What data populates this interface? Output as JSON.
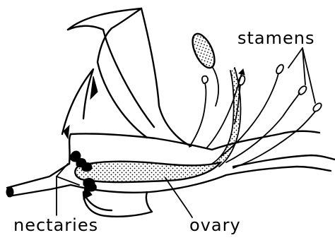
{
  "labels": {
    "stamens": "stamens",
    "nectaries": "nectaries",
    "ovary": "ovary"
  },
  "colors": {
    "ink": "#000000",
    "background": "#ffffff"
  }
}
